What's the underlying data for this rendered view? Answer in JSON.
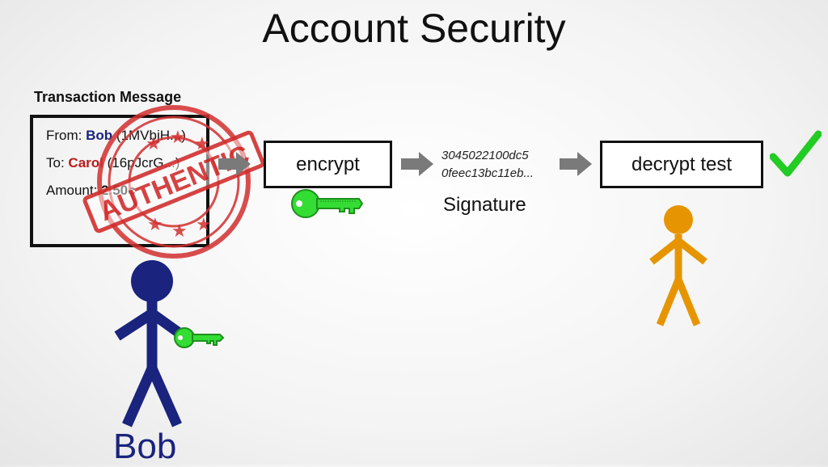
{
  "title": "Account Security",
  "message": {
    "heading": "Transaction Message",
    "from_label": "From:",
    "from_name": "Bob",
    "from_address": "(1MVbjH...)",
    "to_label": "To:",
    "to_name": "Carol",
    "to_address": "(16pJcrG...)",
    "amount_label": "Amount:",
    "amount_value": "2.50c"
  },
  "stamp": {
    "text": "AUTHENTIC",
    "color": "#d32f2f"
  },
  "flow": {
    "encrypt_label": "encrypt",
    "signature_line1": "3045022100dc5",
    "signature_line2": "0feec13bc11eb...",
    "signature_label": "Signature",
    "decrypt_label": "decrypt test",
    "result_icon": "checkmark-icon"
  },
  "people": {
    "sender_name": "Bob",
    "sender_color": "#1a237e",
    "receiver_color": "#e69500"
  },
  "colors": {
    "key": "#33dd33",
    "arrow": "#7a7a7a",
    "check": "#22cc22"
  }
}
